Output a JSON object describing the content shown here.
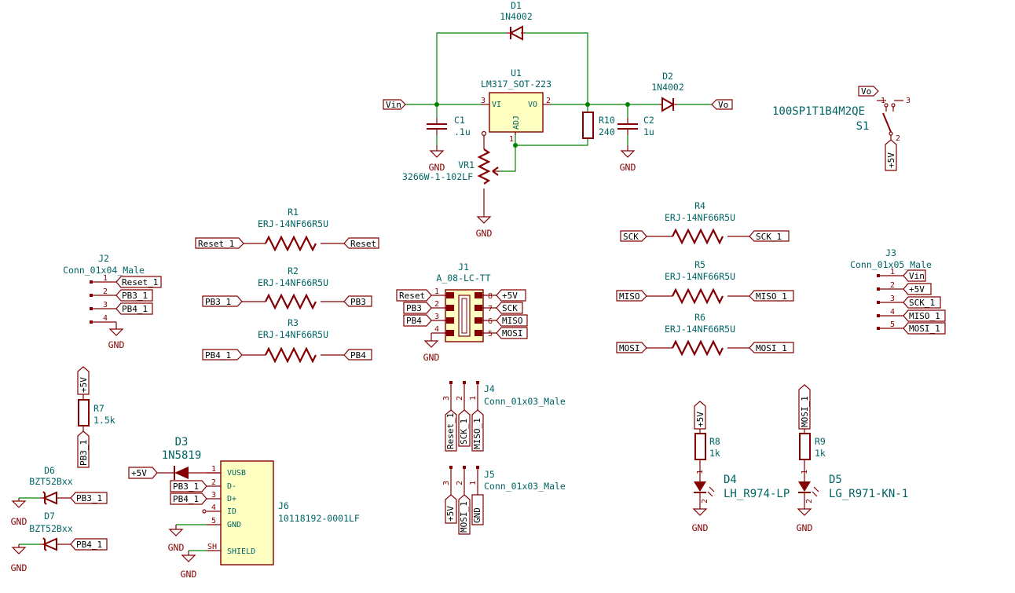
{
  "components": {
    "D1": {
      "ref": "D1",
      "value": "1N4002"
    },
    "U1": {
      "ref": "U1",
      "value": "LM317_SOT-223",
      "pins": {
        "vi": "VI",
        "vo": "VO",
        "adj": "ADJ",
        "p3": "3",
        "p2": "2",
        "p1": "1"
      }
    },
    "D2": {
      "ref": "D2",
      "value": "1N4002"
    },
    "C1": {
      "ref": "C1",
      "value": ".1u"
    },
    "C2": {
      "ref": "C2",
      "value": "1u"
    },
    "R10": {
      "ref": "R10",
      "value": "240"
    },
    "VR1": {
      "ref": "VR1",
      "value": "3266W-1-102LF"
    },
    "S1": {
      "ref": "S1",
      "value": "100SP1T1B4M2QE",
      "pins": {
        "p1": "1",
        "p2": "2",
        "p3": "3"
      }
    },
    "R1": {
      "ref": "R1",
      "value": "ERJ-14NF66R5U"
    },
    "R2": {
      "ref": "R2",
      "value": "ERJ-14NF66R5U"
    },
    "R3": {
      "ref": "R3",
      "value": "ERJ-14NF66R5U"
    },
    "R4": {
      "ref": "R4",
      "value": "ERJ-14NF66R5U"
    },
    "R5": {
      "ref": "R5",
      "value": "ERJ-14NF66R5U"
    },
    "R6": {
      "ref": "R6",
      "value": "ERJ-14NF66R5U"
    },
    "J1": {
      "ref": "J1",
      "value": "A_08-LC-TT",
      "pins": [
        "1",
        "2",
        "3",
        "4",
        "5",
        "6",
        "7",
        "8"
      ]
    },
    "J2": {
      "ref": "J2",
      "value": "Conn_01x04_Male",
      "pins": [
        "1",
        "2",
        "3",
        "4"
      ]
    },
    "J3": {
      "ref": "J3",
      "value": "Conn_01x05_Male",
      "pins": [
        "1",
        "2",
        "3",
        "4",
        "5"
      ]
    },
    "J4": {
      "ref": "J4",
      "value": "Conn_01x03_Male",
      "pins": [
        "3",
        "2",
        "1"
      ]
    },
    "J5": {
      "ref": "J5",
      "value": "Conn_01x03_Male",
      "pins": [
        "3",
        "2",
        "1"
      ]
    },
    "R7": {
      "ref": "R7",
      "value": "1.5k"
    },
    "R8": {
      "ref": "R8",
      "value": "1k"
    },
    "R9": {
      "ref": "R9",
      "value": "1k"
    },
    "D3": {
      "ref": "D3",
      "value": "1N5819"
    },
    "D4": {
      "ref": "D4",
      "value": "LH_R974-LP",
      "pins": {
        "p1": "1",
        "p2": "2"
      }
    },
    "D5": {
      "ref": "D5",
      "value": "LG_R971-KN-1",
      "pins": {
        "p1": "1",
        "p2": "2"
      }
    },
    "D6": {
      "ref": "D6",
      "value": "BZT52Bxx"
    },
    "D7": {
      "ref": "D7",
      "value": "BZT52Bxx"
    },
    "J6": {
      "ref": "J6",
      "value": "10118192-0001LF",
      "pins": {
        "vusb": "VUSB",
        "dm": "D-",
        "dp": "D+",
        "id": "ID",
        "gnd": "GND",
        "shield": "SHIELD",
        "n1": "1",
        "n2": "2",
        "n3": "3",
        "n4": "4",
        "n5": "5",
        "nsh": "SH"
      }
    }
  },
  "nets": {
    "vin": "Vin",
    "vo": "Vo",
    "gnd": "GND",
    "v5": "+5V",
    "sck": "SCK",
    "sck1": "SCK_1",
    "miso": "MISO",
    "miso1": "MISO_1",
    "mosi": "MOSI",
    "mosi1": "MOSI_1",
    "reset": "Reset",
    "reset1": "Reset_1",
    "pb3": "PB3",
    "pb31": "PB3_1",
    "pb4": "PB4",
    "pb41": "PB4_1"
  },
  "colors": {
    "wire": "#008400",
    "symbol": "#840000",
    "fill": "#ffffc2",
    "text": "#006464"
  }
}
